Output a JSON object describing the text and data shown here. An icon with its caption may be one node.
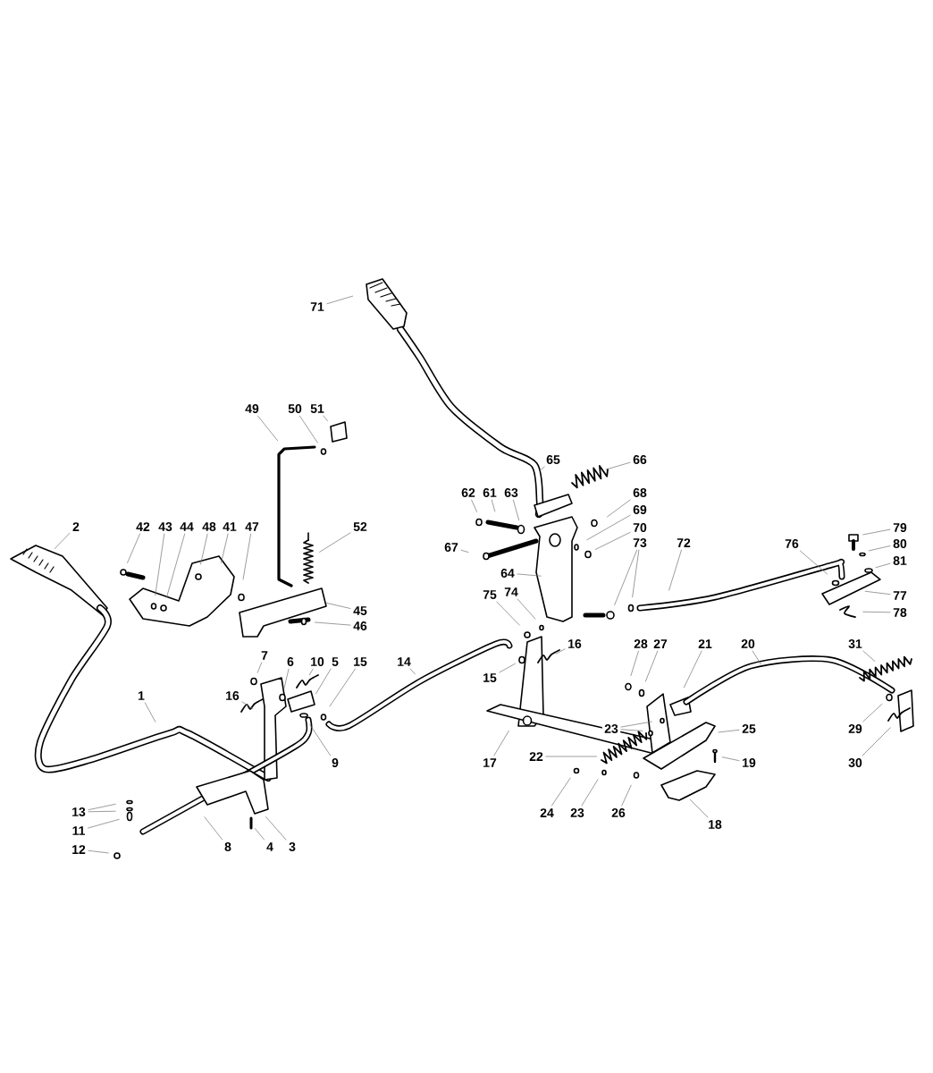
{
  "diagram": {
    "nodes": [
      {
        "text": [
          "71"
        ]
      },
      {
        "text": [
          "49"
        ]
      },
      {
        "text": [
          "50"
        ]
      },
      {
        "text": [
          "51"
        ]
      },
      {
        "text": [
          "65"
        ]
      },
      {
        "text": [
          "66"
        ]
      },
      {
        "text": [
          "62"
        ]
      },
      {
        "text": [
          "61"
        ]
      },
      {
        "text": [
          "63"
        ]
      },
      {
        "text": [
          "68"
        ]
      },
      {
        "text": [
          "69"
        ]
      },
      {
        "text": [
          "2"
        ]
      },
      {
        "text": [
          "42"
        ]
      },
      {
        "text": [
          "43"
        ]
      },
      {
        "text": [
          "44"
        ]
      },
      {
        "text": [
          "48"
        ]
      },
      {
        "text": [
          "41"
        ]
      },
      {
        "text": [
          "47"
        ]
      },
      {
        "text": [
          "52"
        ]
      },
      {
        "text": [
          "70"
        ]
      },
      {
        "text": [
          "79"
        ]
      },
      {
        "text": [
          "73"
        ]
      },
      {
        "text": [
          "72"
        ]
      },
      {
        "text": [
          "67"
        ]
      },
      {
        "text": [
          "76"
        ]
      },
      {
        "text": [
          "80"
        ]
      },
      {
        "text": [
          "81"
        ]
      },
      {
        "text": [
          "64"
        ]
      },
      {
        "text": [
          "75"
        ]
      },
      {
        "text": [
          "74"
        ]
      },
      {
        "text": [
          "77"
        ]
      },
      {
        "text": [
          "45"
        ]
      },
      {
        "text": [
          "78"
        ]
      },
      {
        "text": [
          "46"
        ]
      },
      {
        "text": [
          "7"
        ]
      },
      {
        "text": [
          "6"
        ]
      },
      {
        "text": [
          "10"
        ]
      },
      {
        "text": [
          "5"
        ]
      },
      {
        "text": [
          "15"
        ]
      },
      {
        "text": [
          "14"
        ]
      },
      {
        "text": [
          "16"
        ]
      },
      {
        "text": [
          "28"
        ]
      },
      {
        "text": [
          "27"
        ]
      },
      {
        "text": [
          "21"
        ]
      },
      {
        "text": [
          "20"
        ]
      },
      {
        "text": [
          "31"
        ]
      },
      {
        "text": [
          "15"
        ]
      },
      {
        "text": [
          "1"
        ]
      },
      {
        "text": [
          "16"
        ]
      },
      {
        "text": [
          "23"
        ]
      },
      {
        "text": [
          "25"
        ]
      },
      {
        "text": [
          "29"
        ]
      },
      {
        "text": [
          "9"
        ]
      },
      {
        "text": [
          "17"
        ]
      },
      {
        "text": [
          "19"
        ]
      },
      {
        "text": [
          "30"
        ]
      },
      {
        "text": [
          "22"
        ]
      },
      {
        "text": [
          "13"
        ]
      },
      {
        "text": [
          "11"
        ]
      },
      {
        "text": [
          "24"
        ]
      },
      {
        "text": [
          "23"
        ]
      },
      {
        "text": [
          "26"
        ]
      },
      {
        "text": [
          "18"
        ]
      },
      {
        "text": [
          "12"
        ]
      },
      {
        "text": [
          "8"
        ]
      },
      {
        "text": [
          "4"
        ]
      },
      {
        "text": [
          "3"
        ]
      }
    ],
    "edges": [
      {
        "from": 0,
        "to": null,
        "arrow": "none"
      },
      {
        "from": 1,
        "to": null,
        "arrow": "none"
      },
      {
        "from": 2,
        "to": null,
        "arrow": "none"
      },
      {
        "from": 3,
        "to": null,
        "arrow": "none"
      },
      {
        "from": 4,
        "to": null,
        "arrow": "none"
      },
      {
        "from": 5,
        "to": null,
        "arrow": "none"
      },
      {
        "from": 6,
        "to": null,
        "arrow": "none"
      },
      {
        "from": 7,
        "to": null,
        "arrow": "none"
      },
      {
        "from": 8,
        "to": null,
        "arrow": "none"
      },
      {
        "from": 9,
        "to": null,
        "arrow": "none"
      },
      {
        "from": 10,
        "to": null,
        "arrow": "none"
      },
      {
        "from": 11,
        "to": null,
        "arrow": "none"
      },
      {
        "from": 12,
        "to": null,
        "arrow": "none"
      },
      {
        "from": 13,
        "to": null,
        "arrow": "none"
      },
      {
        "from": 14,
        "to": null,
        "arrow": "none"
      },
      {
        "from": 15,
        "to": null,
        "arrow": "none"
      },
      {
        "from": 16,
        "to": null,
        "arrow": "none"
      },
      {
        "from": 17,
        "to": null,
        "arrow": "none"
      },
      {
        "from": 18,
        "to": null,
        "arrow": "none"
      },
      {
        "from": 19,
        "to": null,
        "arrow": "none"
      },
      {
        "from": 20,
        "to": null,
        "arrow": "none"
      },
      {
        "from": 21,
        "to": null,
        "arrow": "none"
      },
      {
        "from": 21,
        "to": null,
        "arrow": "none"
      },
      {
        "from": 22,
        "to": null,
        "arrow": "none"
      },
      {
        "from": 23,
        "to": null,
        "arrow": "none"
      },
      {
        "from": 24,
        "to": null,
        "arrow": "none"
      },
      {
        "from": 25,
        "to": null,
        "arrow": "none"
      },
      {
        "from": 26,
        "to": null,
        "arrow": "none"
      },
      {
        "from": 27,
        "to": null,
        "arrow": "none"
      },
      {
        "from": 28,
        "to": null,
        "arrow": "none"
      },
      {
        "from": 29,
        "to": null,
        "arrow": "none"
      },
      {
        "from": 30,
        "to": null,
        "arrow": "none"
      },
      {
        "from": 31,
        "to": null,
        "arrow": "none"
      },
      {
        "from": 32,
        "to": null,
        "arrow": "none"
      },
      {
        "from": 33,
        "to": null,
        "arrow": "none"
      },
      {
        "from": 34,
        "to": null,
        "arrow": "none"
      },
      {
        "from": 35,
        "to": null,
        "arrow": "none"
      },
      {
        "from": 36,
        "to": null,
        "arrow": "none"
      },
      {
        "from": 37,
        "to": null,
        "arrow": "none"
      },
      {
        "from": 38,
        "to": null,
        "arrow": "none"
      },
      {
        "from": 39,
        "to": null,
        "arrow": "none"
      },
      {
        "from": 40,
        "to": null,
        "arrow": "none"
      },
      {
        "from": 41,
        "to": null,
        "arrow": "none"
      },
      {
        "from": 42,
        "to": null,
        "arrow": "none"
      },
      {
        "from": 43,
        "to": null,
        "arrow": "none"
      },
      {
        "from": 44,
        "to": null,
        "arrow": "none"
      },
      {
        "from": 45,
        "to": null,
        "arrow": "none"
      },
      {
        "from": 46,
        "to": null,
        "arrow": "none"
      },
      {
        "from": 47,
        "to": null,
        "arrow": "none"
      },
      {
        "from": 48,
        "to": null,
        "arrow": "none"
      },
      {
        "from": 49,
        "to": null,
        "arrow": "none"
      },
      {
        "from": 49,
        "to": null,
        "arrow": "none"
      },
      {
        "from": 50,
        "to": null,
        "arrow": "none"
      },
      {
        "from": 51,
        "to": null,
        "arrow": "none"
      },
      {
        "from": 52,
        "to": null,
        "arrow": "none"
      },
      {
        "from": 53,
        "to": null,
        "arrow": "none"
      },
      {
        "from": 54,
        "to": null,
        "arrow": "none"
      },
      {
        "from": 55,
        "to": null,
        "arrow": "none"
      },
      {
        "from": 56,
        "to": null,
        "arrow": "none"
      },
      {
        "from": 57,
        "to": null,
        "arrow": "none"
      },
      {
        "from": 57,
        "to": null,
        "arrow": "none"
      },
      {
        "from": 58,
        "to": null,
        "arrow": "none"
      },
      {
        "from": 59,
        "to": null,
        "arrow": "none"
      },
      {
        "from": 60,
        "to": null,
        "arrow": "none"
      },
      {
        "from": 61,
        "to": null,
        "arrow": "none"
      },
      {
        "from": 62,
        "to": null,
        "arrow": "none"
      },
      {
        "from": 63,
        "to": null,
        "arrow": "none"
      },
      {
        "from": 64,
        "to": null,
        "arrow": "none"
      },
      {
        "from": 65,
        "to": null,
        "arrow": "none"
      },
      {
        "from": 66,
        "to": null,
        "arrow": "none"
      }
    ]
  }
}
